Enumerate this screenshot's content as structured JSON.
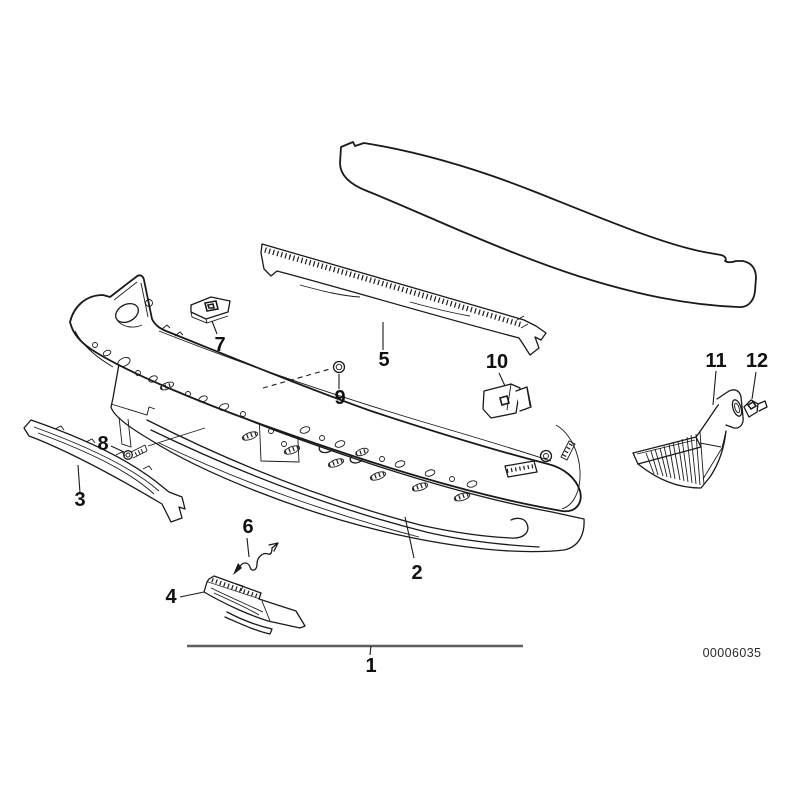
{
  "diagram": {
    "type": "exploded-parts-line-drawing",
    "subject": "front bumper trim panel assembly",
    "colors": {
      "line": "#1a1a1a",
      "assembly_span_line": "#5f5f5f",
      "callout_text": "#111111",
      "code_text": "#2b2b2b",
      "background": "#ffffff"
    },
    "callouts": {
      "c1": "1",
      "c2": "2",
      "c3": "3",
      "c4": "4",
      "c5": "5",
      "c6": "6",
      "c7": "7",
      "c8": "8",
      "c9": "9",
      "c10": "10",
      "c11": "11",
      "c12": "12"
    },
    "footer": {
      "diagram_number": "00006035"
    }
  }
}
